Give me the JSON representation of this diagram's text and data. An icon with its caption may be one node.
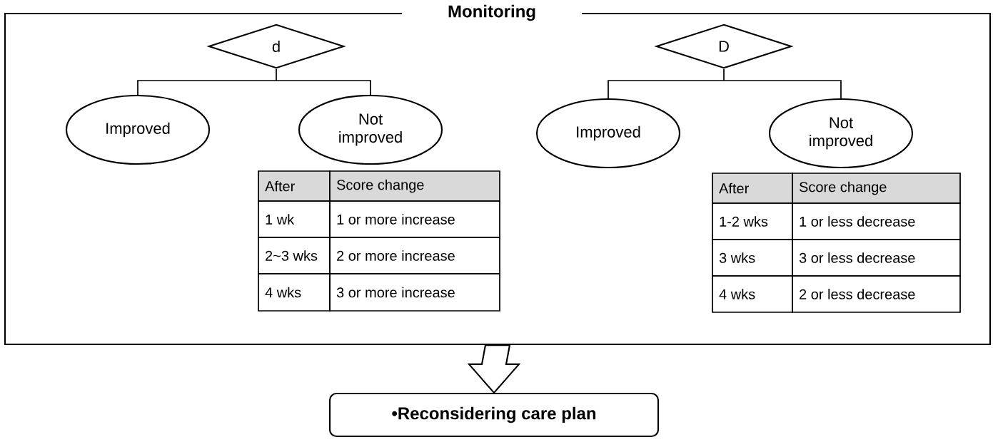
{
  "diagram": {
    "nodes": [
      {
        "text": [
          "Monitoring"
        ]
      },
      {
        "text": [
          "d"
        ],
        "in": 0
      },
      {
        "text": [
          "Improved"
        ],
        "in": 0
      },
      {
        "text": [
          "Not improved"
        ],
        "in": 0
      },
      {
        "text": [
          "D"
        ],
        "in": 0
      },
      {
        "text": [
          "Improved"
        ],
        "in": 0
      },
      {
        "text": [
          "Not improved"
        ],
        "in": 0
      },
      {
        "text": [
          "•Reconsidering care plan"
        ]
      }
    ],
    "edges": [
      {
        "from": 1,
        "to": 2,
        "arrow": "none"
      },
      {
        "from": 1,
        "to": 3,
        "arrow": "none"
      },
      {
        "from": 4,
        "to": 5,
        "arrow": "none"
      },
      {
        "from": 4,
        "to": 6,
        "arrow": "none"
      },
      {
        "from": 0,
        "to": 7,
        "arrow": "to"
      }
    ],
    "labels": [
      "After",
      "Score change",
      "1 wk",
      "1 or more increase",
      "2~3 wks",
      "2 or more increase",
      "4 wks",
      "3 or more increase",
      "After",
      "Score change",
      "1-2 wks",
      "1 or less decrease",
      "3 wks",
      "3 or less decrease",
      "4 wks",
      "2 or less decrease"
    ]
  }
}
